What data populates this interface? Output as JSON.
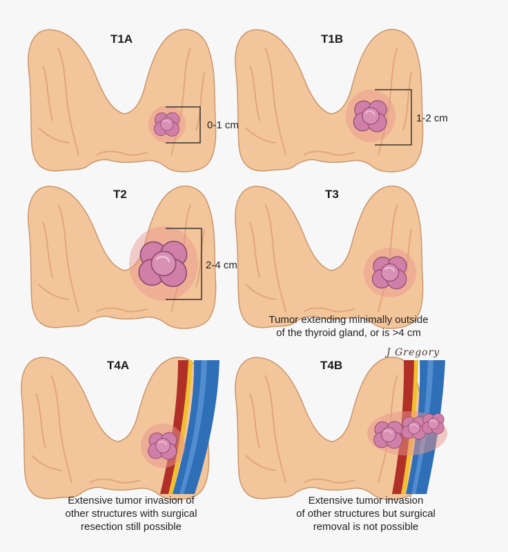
{
  "panels": {
    "t1a": {
      "label": "T1A",
      "measure": "0-1 cm"
    },
    "t1b": {
      "label": "T1B",
      "measure": "1-2 cm"
    },
    "t2": {
      "label": "T2",
      "measure": "2-4 cm"
    },
    "t3": {
      "label": "T3",
      "caption": [
        "Tumor extending minimally outside",
        "of the thyroid gland, or is >4 cm"
      ]
    },
    "t4a": {
      "label": "T4A",
      "caption": [
        "Extensive tumor invasion of",
        "other structures with surgical",
        "resection still possible"
      ]
    },
    "t4b": {
      "label": "T4B",
      "caption": [
        "Extensive tumor invasion",
        "of other structures but surgical",
        "removal is not possible"
      ]
    }
  },
  "signature": "J Gregory",
  "colors": {
    "background": "#f7f7f7",
    "thyroid": "#f3c59a",
    "thyroid_outline": "#c8966c",
    "tumor": "#cf7fa8",
    "tumor_outline": "#8e4a6e",
    "halo": "#e8958e",
    "artery": "#b03028",
    "vein": "#2f6fb8"
  }
}
